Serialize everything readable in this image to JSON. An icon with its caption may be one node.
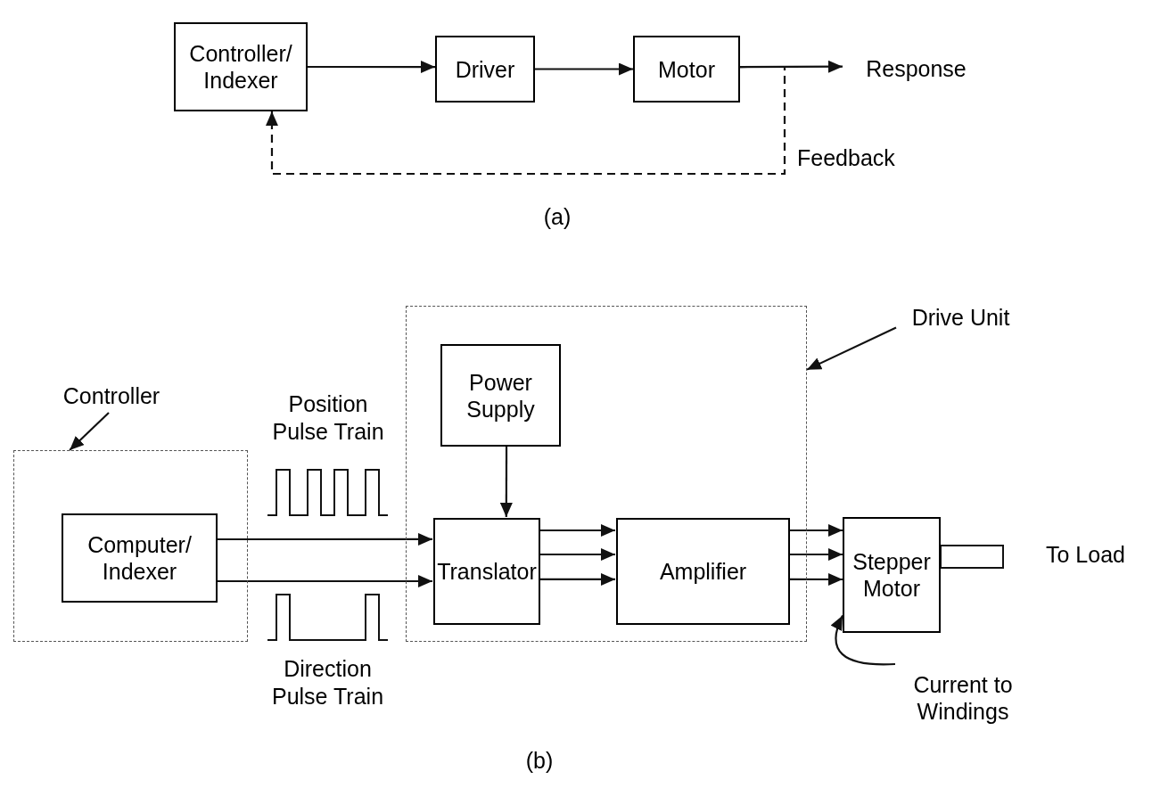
{
  "diagram": {
    "nodes": [
      {
        "text": [
          "Controller/ Indexer"
        ]
      },
      {
        "text": [
          "Driver"
        ]
      },
      {
        "text": [
          "Motor"
        ]
      },
      {
        "text": [
          "Response"
        ]
      },
      {
        "text": [
          "Controller"
        ]
      },
      {
        "text": [],
        "shape": "box"
      },
      {
        "text": [
          "Computer/ Indexer"
        ],
        "in": 5
      },
      {
        "text": [
          "Drive Unit"
        ]
      },
      {
        "text": [],
        "shape": "box"
      },
      {
        "text": [
          "Power Supply"
        ],
        "in": 8
      },
      {
        "text": [
          "Translator"
        ],
        "in": 8
      },
      {
        "text": [
          "Amplifier"
        ],
        "in": 8
      },
      {
        "text": [
          "Stepper Motor"
        ]
      },
      {
        "text": [
          "Current to Windings"
        ]
      }
    ],
    "edges": [
      {
        "from": 0,
        "to": 1,
        "arrow": "to"
      },
      {
        "from": 1,
        "to": 2,
        "arrow": "to"
      },
      {
        "from": 2,
        "to": 3,
        "arrow": "to"
      },
      {
        "from": 2,
        "to": 0,
        "arrow": "to",
        "style": "dashed",
        "label": "Feedback"
      },
      {
        "from": 4,
        "to": 5,
        "arrow": "to"
      },
      {
        "from": 6,
        "to": 10,
        "arrow": "to"
      },
      {
        "from": 6,
        "to": 10,
        "arrow": "to"
      },
      {
        "from": 7,
        "to": 8,
        "arrow": "to"
      },
      {
        "from": 9,
        "to": 10,
        "arrow": "to"
      },
      {
        "from": 10,
        "to": 11,
        "arrow": "to"
      },
      {
        "from": 10,
        "to": 11,
        "arrow": "to"
      },
      {
        "from": 10,
        "to": 11,
        "arrow": "to"
      },
      {
        "from": 11,
        "to": 12,
        "arrow": "to"
      },
      {
        "from": 11,
        "to": 12,
        "arrow": "to"
      },
      {
        "from": 11,
        "to": 12,
        "arrow": "to"
      },
      {
        "from": 13,
        "to": 12,
        "arrow": "to"
      }
    ],
    "labels": [
      "(a)",
      "Position Pulse Train",
      "Direction Pulse Train",
      "To Load",
      "(b)"
    ]
  }
}
